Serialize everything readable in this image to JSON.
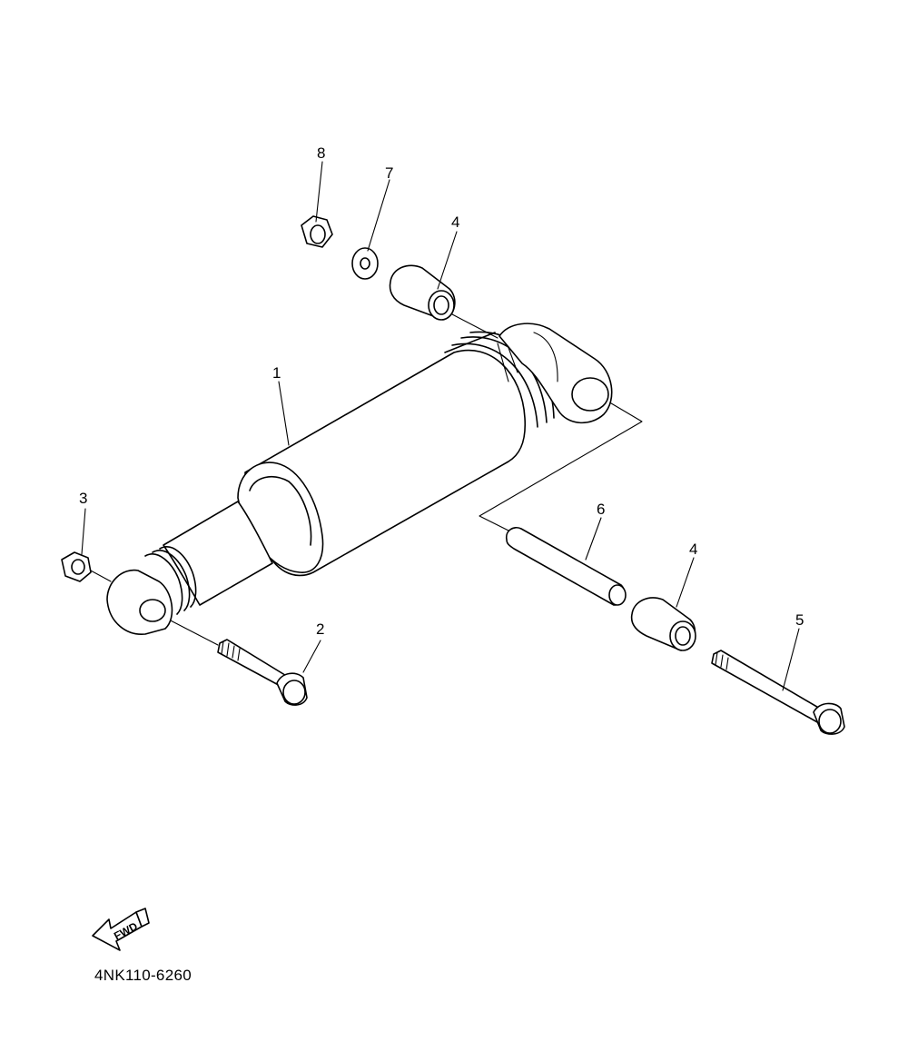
{
  "diagram": {
    "part_number": "4NK110-6260",
    "fwd_label": "FWD",
    "callouts": [
      {
        "id": "c1",
        "text": "1"
      },
      {
        "id": "c2",
        "text": "2"
      },
      {
        "id": "c3",
        "text": "3"
      },
      {
        "id": "c4a",
        "text": "4"
      },
      {
        "id": "c4b",
        "text": "4"
      },
      {
        "id": "c5",
        "text": "5"
      },
      {
        "id": "c6",
        "text": "6"
      },
      {
        "id": "c7",
        "text": "7"
      },
      {
        "id": "c8",
        "text": "8"
      }
    ]
  }
}
